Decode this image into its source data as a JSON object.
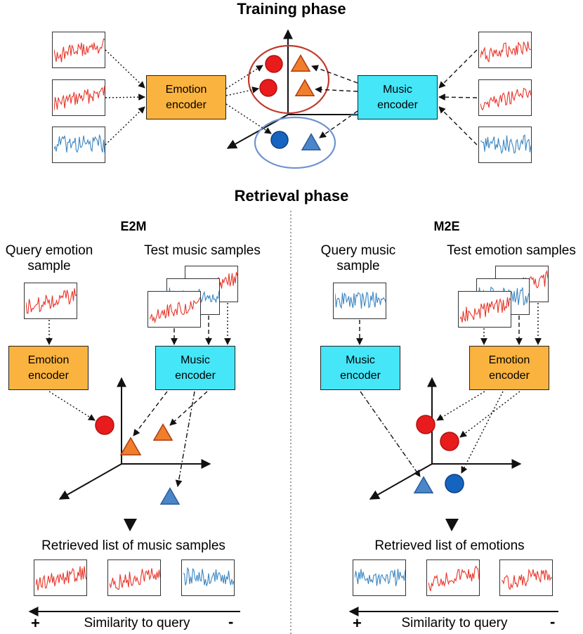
{
  "training": {
    "title": "Training phase",
    "emotion_encoder": "Emotion\nencoder",
    "music_encoder": "Music\nencoder"
  },
  "retrieval": {
    "title": "Retrieval phase",
    "e2m": {
      "title": "E2M",
      "query_label": "Query emotion\nsample",
      "test_label": "Test music samples",
      "query_encoder": "Emotion\nencoder",
      "test_encoder": "Music\nencoder",
      "retrieved_label": "Retrieved list of music samples",
      "plus": "+",
      "similarity": "Similarity to query",
      "minus": "-"
    },
    "m2e": {
      "title": "M2E",
      "query_label": "Query music\nsample",
      "test_label": "Test emotion samples",
      "query_encoder": "Music\nencoder",
      "test_encoder": "Emotion\nencoder",
      "retrieved_label": "Retrieved list of emotions",
      "plus": "+",
      "similarity": "Similarity to query",
      "minus": "-"
    }
  },
  "colors": {
    "emotion_signal": "#e8352a",
    "music_signal": "#3b86c2",
    "emotion_box": "#fbb33f",
    "music_box": "#45e6f7",
    "red_circle": "#e81c1c",
    "orange_triangle": "#ef7f2c",
    "blue_shape": "#1565c0",
    "triangle_blue": "#4a86c8"
  }
}
